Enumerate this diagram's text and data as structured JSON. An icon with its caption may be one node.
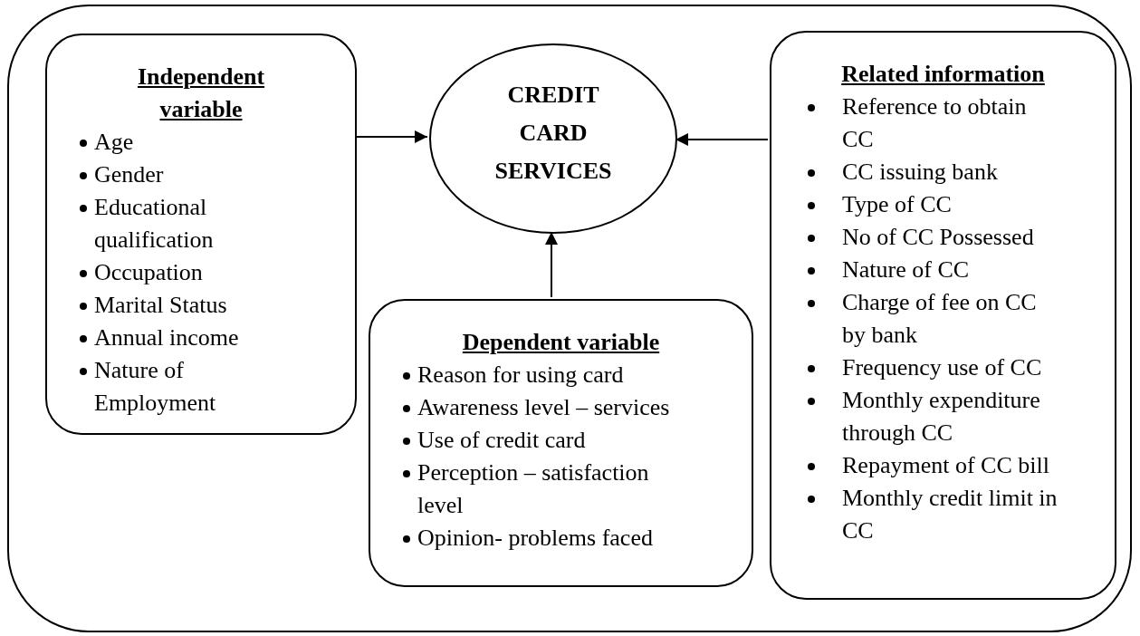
{
  "diagram": {
    "nodes": [
      {
        "text": [],
        "shape": "box"
      },
      {
        "text": [
          "Independent variable",
          "Age",
          "Gender",
          "Educational qualification",
          "Occupation",
          "Marital Status",
          "Annual income",
          "Nature of Employment"
        ],
        "in": 0
      },
      {
        "text": [
          "CREDIT CARD SERVICES"
        ],
        "in": 0
      },
      {
        "text": [
          "Related information",
          "Reference to obtain CC",
          "CC issuing bank",
          "Type of CC",
          "No of CC Possessed",
          "Nature of CC",
          "Charge of fee on CC by bank",
          "Frequency use of CC",
          "Monthly expenditure through CC",
          "Repayment of CC bill",
          "Monthly credit limit in CC"
        ],
        "in": 0
      },
      {
        "text": [
          "Dependent variable",
          "Reason for using card",
          "Awareness level – services",
          "Use of credit card",
          "Perception – satisfaction level",
          "Opinion- problems faced"
        ],
        "in": 0
      }
    ],
    "edges": [
      {
        "from": 1,
        "to": 2,
        "arrow": "to"
      },
      {
        "from": 3,
        "to": 2,
        "arrow": "to"
      },
      {
        "from": 4,
        "to": 2,
        "arrow": "to"
      }
    ]
  }
}
